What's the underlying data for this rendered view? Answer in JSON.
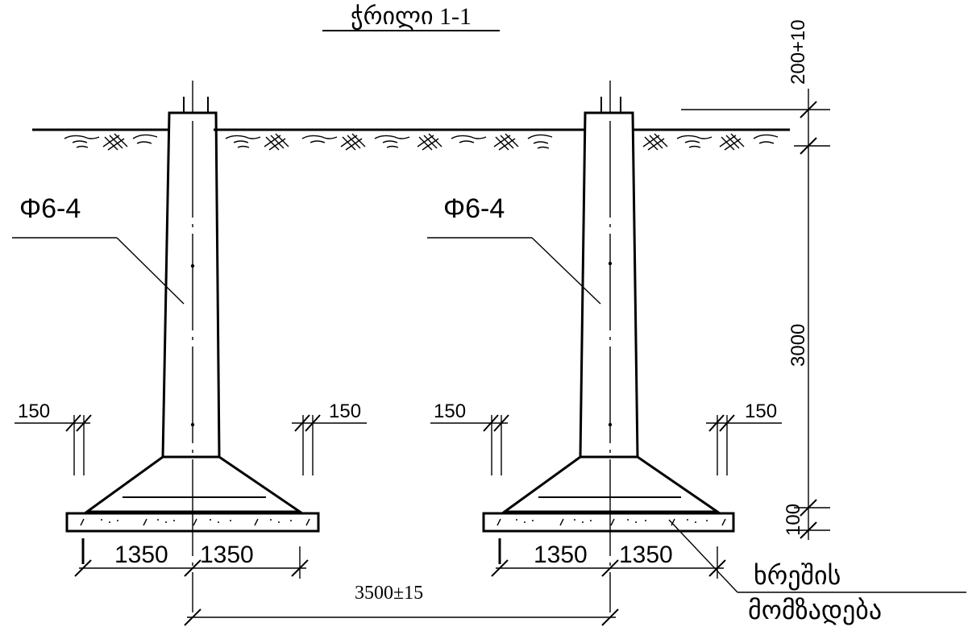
{
  "title": "ჭრილი 1-1",
  "labels": {
    "rebar_left": "Φ6-4",
    "rebar_right": "Φ6-4",
    "dim_top": "200+10",
    "dim_height": "3000",
    "dim_bottom": "100",
    "dim_offset_1": "150",
    "dim_offset_2": "150",
    "dim_offset_3": "150",
    "dim_offset_4": "150",
    "half_width_1": "1350",
    "half_width_2": "1350",
    "half_width_3": "1350",
    "half_width_4": "1350",
    "spacing": "3500±15",
    "note_line1": "ხრეშის",
    "note_line2": "მომზადება"
  }
}
